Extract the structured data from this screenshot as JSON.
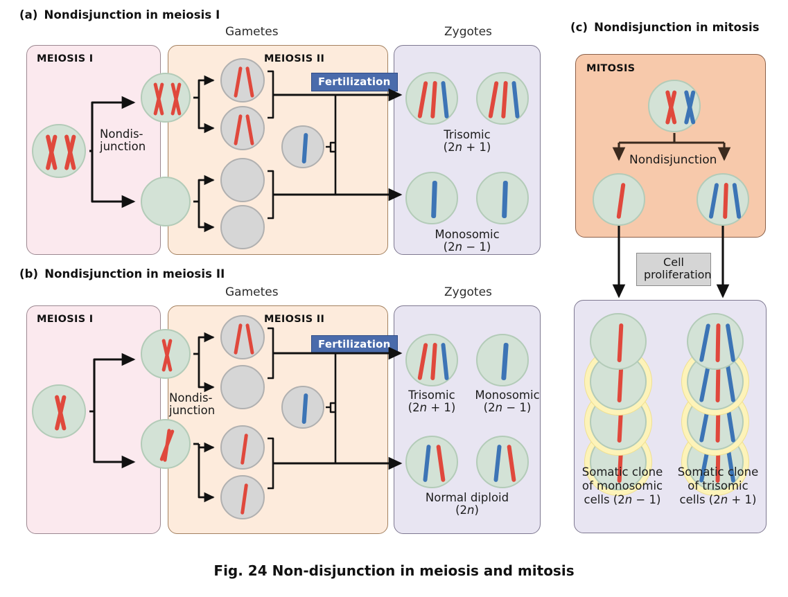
{
  "figure": {
    "caption": "Fig. 24 Non-disjunction in meiosis and mitosis"
  },
  "colors": {
    "meiosis1_panel": "#fbe9ee",
    "meiosis2_panel": "#fdebdc",
    "zygotes_panel": "#e8e5f2",
    "mitosis_panel": "#f7c9ab",
    "chromosome_red": "#e0483c",
    "chromosome_blue": "#3c74b5",
    "cell_fill": "#d3e2d6",
    "cell_grey": "#d6d6d6",
    "fertilization_banner": "#4a6bab",
    "clone_halo": "#fdf3b9",
    "proliferation_box": "#d5d5d5"
  },
  "panel_a": {
    "label": "(a)",
    "title": "Nondisjunction in meiosis I",
    "top_captions": {
      "gametes": "Gametes",
      "zygotes": "Zygotes"
    },
    "stage_meiosis1": "MEIOSIS I",
    "stage_meiosis2": "MEIOSIS II",
    "nondisjunction": "Nondis-\njunction",
    "nondisjunction_line1": "Nondis-",
    "nondisjunction_line2": "junction",
    "fertilization": "Fertilization",
    "zygote_results": [
      {
        "name": "Trisomic",
        "formula": "(2n + 1)",
        "count": 2,
        "chromosomes": [
          "red",
          "red",
          "blue"
        ]
      },
      {
        "name": "Monosomic",
        "formula": "(2n − 1)",
        "count": 2,
        "chromosomes": [
          "blue"
        ]
      }
    ]
  },
  "panel_b": {
    "label": "(b)",
    "title": "Nondisjunction in meiosis II",
    "top_captions": {
      "gametes": "Gametes",
      "zygotes": "Zygotes"
    },
    "stage_meiosis1": "MEIOSIS I",
    "stage_meiosis2": "MEIOSIS II",
    "nondisjunction_line1": "Nondis-",
    "nondisjunction_line2": "junction",
    "fertilization": "Fertilization",
    "zygote_results": [
      {
        "name": "Trisomic",
        "formula": "(2n + 1)",
        "chromosomes": [
          "red",
          "red",
          "blue"
        ]
      },
      {
        "name": "Monosomic",
        "formula": "(2n − 1)",
        "chromosomes": [
          "blue"
        ]
      },
      {
        "name": "Normal diploid",
        "formula": "(2n)",
        "count": 2,
        "chromosomes": [
          "blue",
          "red"
        ]
      }
    ]
  },
  "panel_c": {
    "label": "(c)",
    "title": "Nondisjunction in mitosis",
    "stage_mitosis": "MITOSIS",
    "nondisjunction": "Nondisjunction",
    "proliferation_line1": "Cell",
    "proliferation_line2": "proliferation",
    "clones": [
      {
        "line1": "Somatic clone",
        "line2": "of monosomic",
        "line3": "cells (2n − 1)",
        "chromosomes": [
          "red"
        ],
        "cells_in_clone": 4
      },
      {
        "line1": "Somatic clone",
        "line2": "of trisomic",
        "line3": "cells (2n + 1)",
        "chromosomes": [
          "blue",
          "red",
          "blue"
        ],
        "cells_in_clone": 4
      }
    ]
  }
}
